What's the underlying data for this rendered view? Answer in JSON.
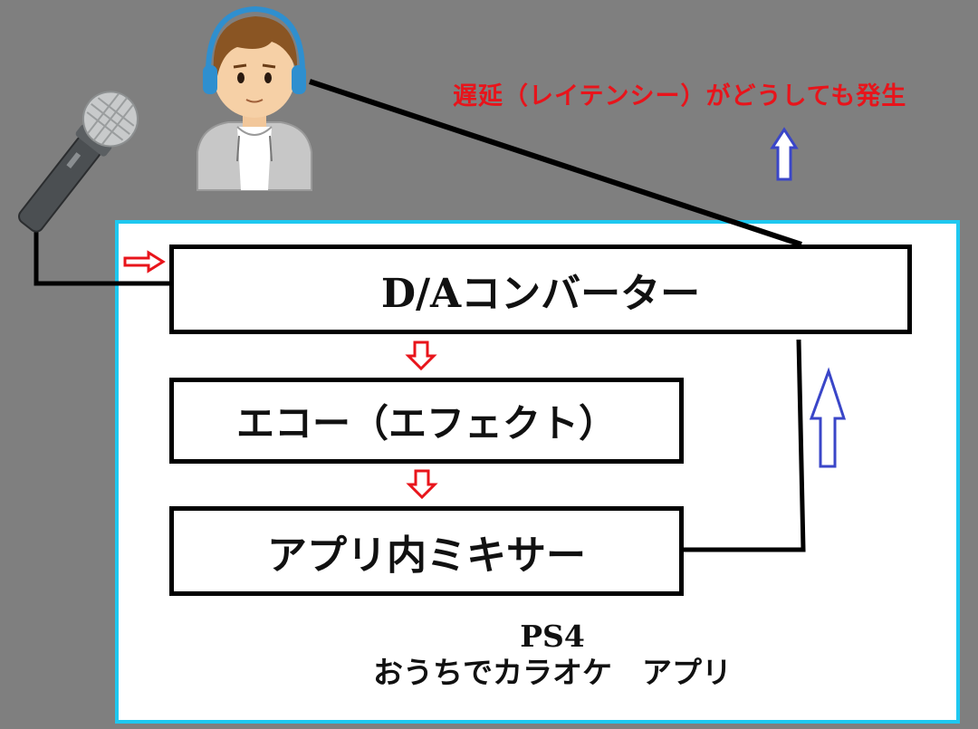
{
  "diagram": {
    "latency_note": "遅延（レイテンシー）がどうしても発生",
    "boxes": {
      "da_converter": "D/Aコンバーター",
      "echo_effect": "エコー（エフェクト）",
      "app_mixer": "アプリ内ミキサー"
    },
    "frame_label": {
      "line1": "PS4",
      "line2": "おうちでカラオケ　アプリ"
    },
    "icons": [
      "person-with-headphones-icon",
      "microphone-icon"
    ],
    "colors": {
      "background": "#7f7f7f",
      "frame_border": "#1ec8f0",
      "signal_arrow": "#e8141b",
      "output_arrow": "#3a46c8",
      "note_text": "#e8141b"
    }
  }
}
